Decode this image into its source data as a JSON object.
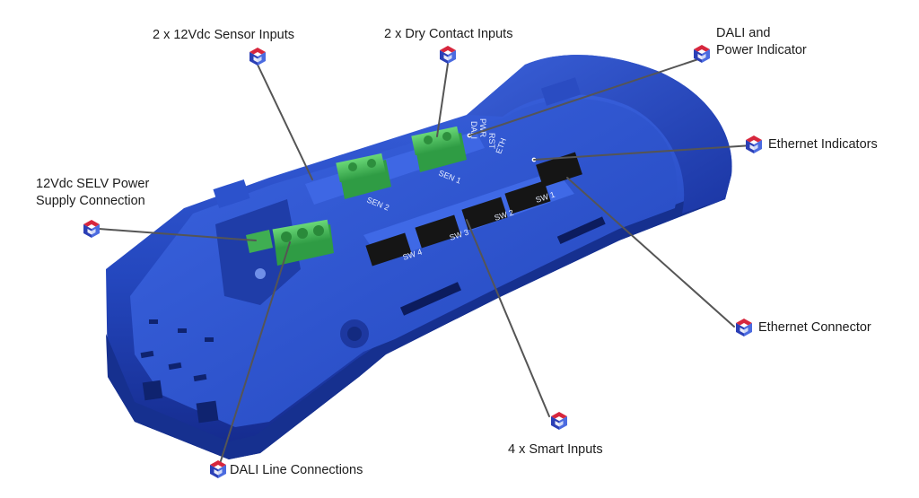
{
  "callouts": {
    "sensor_inputs": "2 x 12Vdc Sensor Inputs",
    "dry_contact_inputs": "2 x Dry Contact Inputs",
    "dali_power_indicator": [
      "DALI and",
      "Power Indicator"
    ],
    "ethernet_indicators": "Ethernet Indicators",
    "power_supply_connection": [
      "12Vdc SELV Power",
      "Supply Connection"
    ],
    "ethernet_connector": "Ethernet Connector",
    "smart_inputs": "4 x Smart Inputs",
    "dali_line_connections": "DALI Line Connections"
  },
  "device_labels": {
    "sen1": "SEN 1",
    "sen2": "SEN 2",
    "sw1": "SW 1",
    "sw2": "SW 2",
    "sw3": "SW 3",
    "sw4": "SW 4",
    "eth": "ETH",
    "dali": "DALI",
    "pwr": "PWR",
    "rst": "RST"
  },
  "colors": {
    "housing": "#2a4fc7",
    "housing_dark": "#15309a",
    "connector_green": "#47c25a",
    "port_black": "#151515",
    "leader_line": "#555555",
    "marker_red": "#d7263d",
    "marker_blue": "#2b3fb6"
  },
  "icons": {
    "marker": "cube-logo-icon"
  }
}
